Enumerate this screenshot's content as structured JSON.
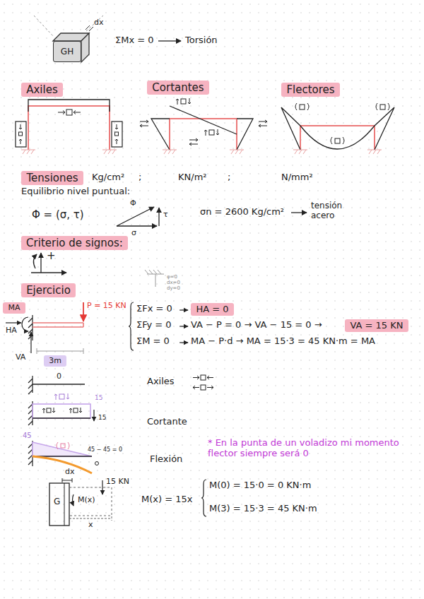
{
  "diagram": {
    "nodes": [
      {
        "text": [
          "GH"
        ]
      },
      {
        "text": [
          "Axiles"
        ]
      },
      {
        "text": [
          "Cortantes"
        ]
      },
      {
        "text": [
          "Flectores"
        ]
      },
      {
        "text": [
          "Tensiones"
        ]
      },
      {
        "text": [
          "Criterio de signos:"
        ]
      },
      {
        "text": [
          "Ejercicio"
        ]
      },
      {
        "text": [
          "MA"
        ]
      },
      {
        "text": [
          "HA = 0"
        ]
      },
      {
        "text": [
          "VA = 15 KN"
        ]
      },
      {
        "text": [
          "3m"
        ]
      }
    ],
    "labels": [
      "dx",
      "ΣMx = 0",
      "Torsión",
      "Kg/cm²",
      ";",
      "KN/m²",
      ";",
      "N/mm²",
      "Equilibrio nivel puntual:",
      "Φ = (σ, τ)",
      "Φ",
      "σ",
      "τ",
      "σn = 2600 Kg/cm²",
      "tensión acero",
      "+",
      "φ=0",
      "dx=0",
      "dy=0",
      "P = 15 KN",
      "HA",
      "VA",
      "ΣFx = 0",
      "ΣFy = 0",
      "ΣM = 0",
      "VA − P = 0 → VA − 15 = 0 →",
      "MA − P·d → MA = 15·3 = 45 KN·m = MA",
      "0",
      "Axiles",
      "15",
      "15",
      "Cortante",
      "45",
      "45 − 45 = 0",
      "Flexión",
      "* En la punta de un voladizo mi momento flector siempre será 0",
      "dx",
      "15 KN",
      "G",
      "M(x)",
      "x",
      "M(x) = 15x",
      "M(0) = 15·0 = 0 KN·m",
      "M(3) = 15·3 = 45 KN·m"
    ]
  }
}
